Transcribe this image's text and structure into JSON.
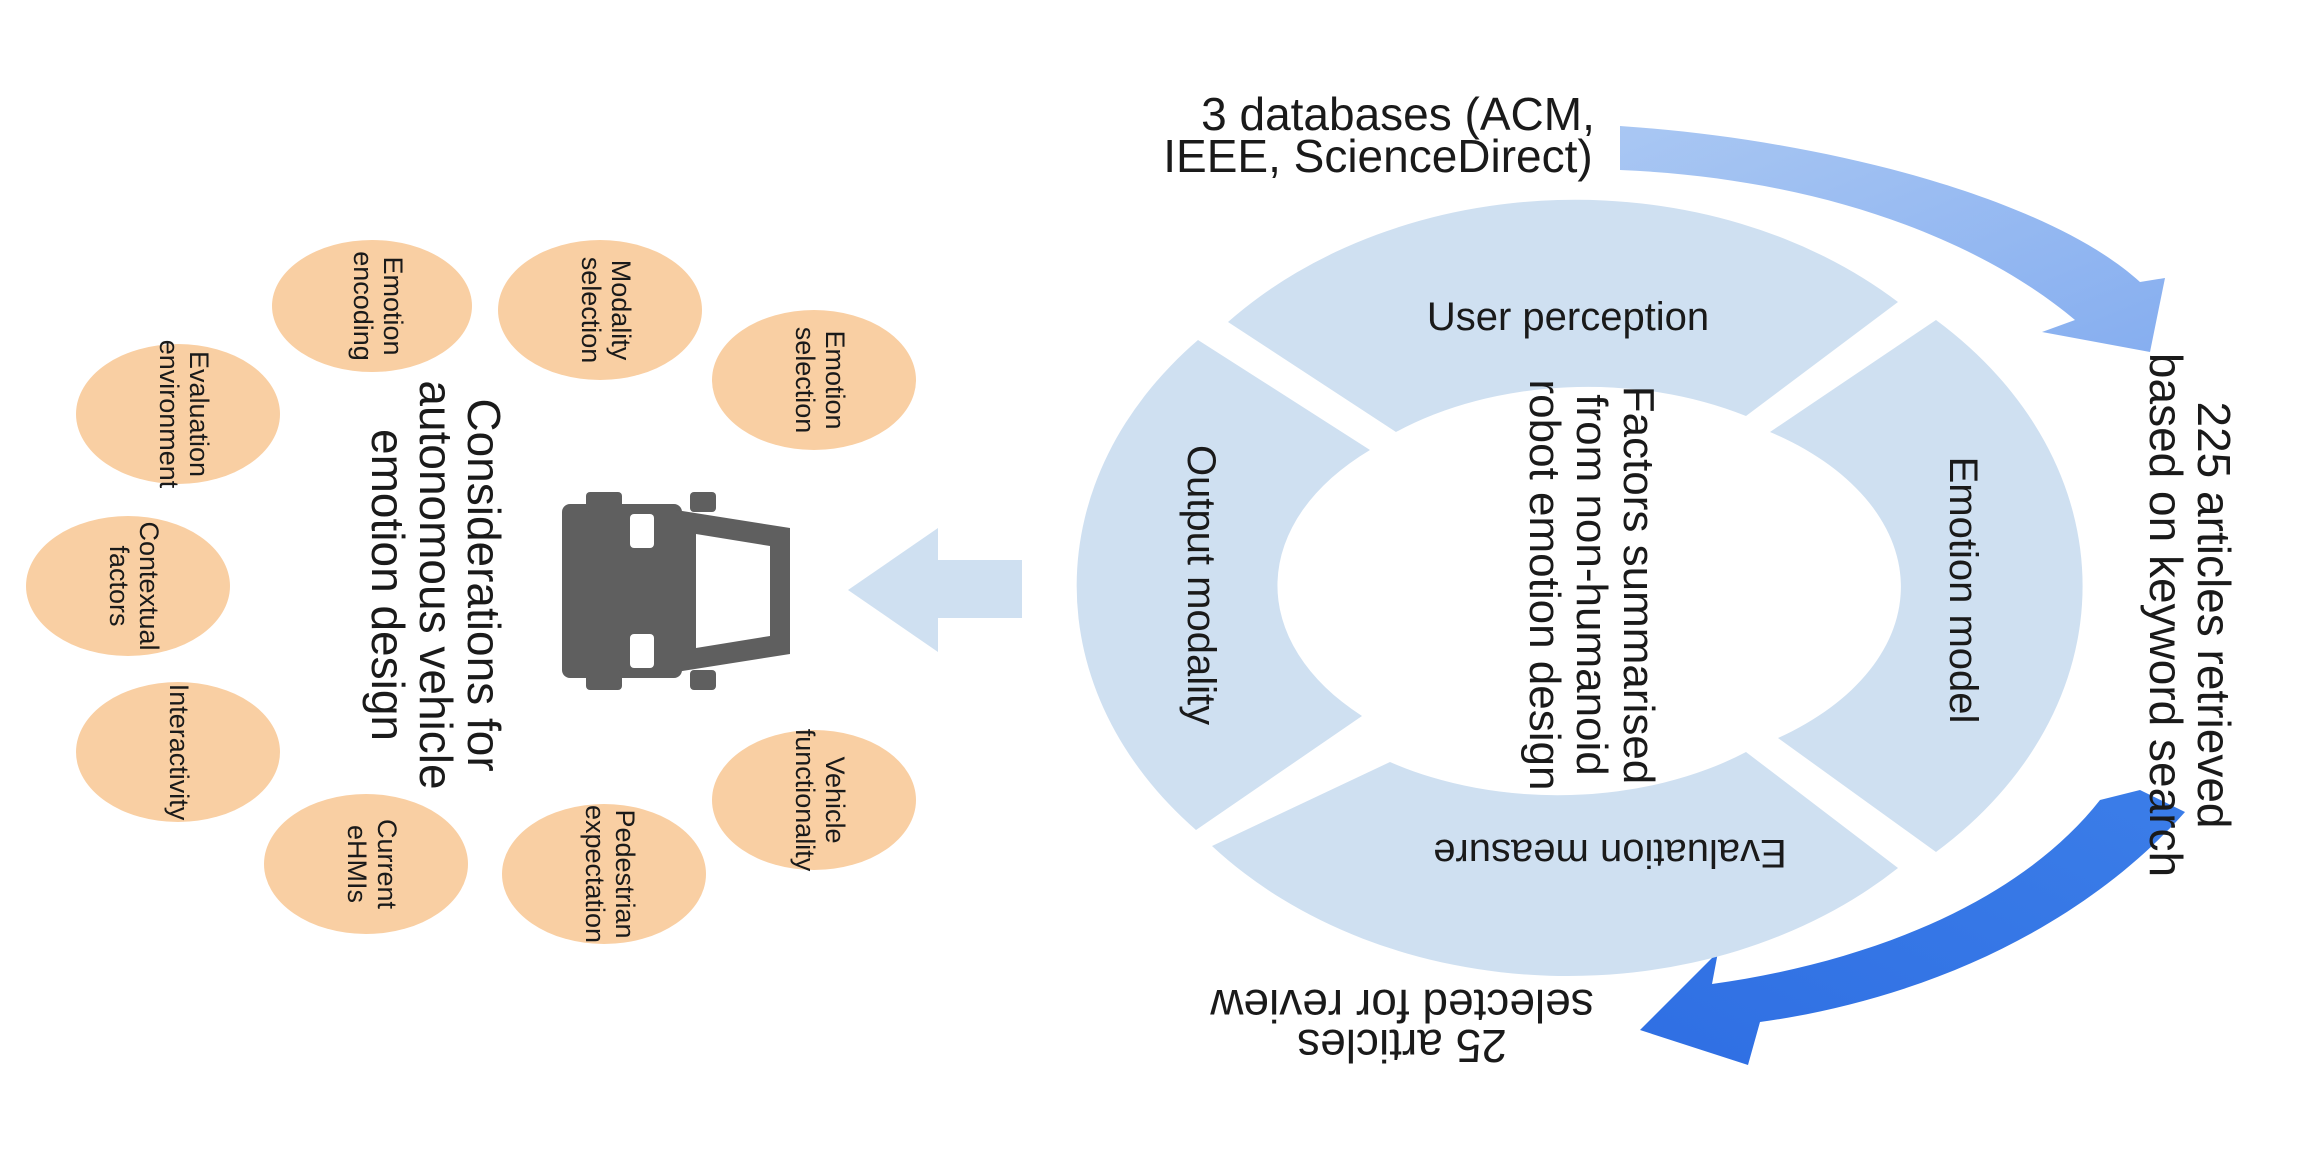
{
  "flow": {
    "source_line1": "3 databases (ACM,",
    "source_line2": "IEEE, ScienceDirect)",
    "retrieved_line1": "225 articles retrieved",
    "retrieved_line2": "based on keyword search",
    "selected_line1": "25 articles",
    "selected_line2": "selected for review"
  },
  "ring": {
    "center_line1": "Factors summarised",
    "center_line2": "from non-humanoid",
    "center_line3": "robot emotion design",
    "segments": {
      "top": "User perception",
      "right": "Emotion model",
      "bottom": "Evaluation measure",
      "left": "Output modality"
    }
  },
  "considerations": {
    "title_line1": "Considerations for",
    "title_line2": "autonomous vehicle",
    "title_line3": "emotion design",
    "vehicle_icon": "car-top-view-icon",
    "items": [
      {
        "line1": "Emotion",
        "line2": "encoding"
      },
      {
        "line1": "Modality",
        "line2": "selection"
      },
      {
        "line1": "Emotion",
        "line2": "selection"
      },
      {
        "line1": "Evaluation",
        "line2": "environment"
      },
      {
        "line1": "Contextual",
        "line2": "factors"
      },
      {
        "line1": "Interactivity",
        "line2": ""
      },
      {
        "line1": "Current",
        "line2": "eHMIs"
      },
      {
        "line1": "Pedestrian",
        "line2": "expectation"
      },
      {
        "line1": "Vehicle",
        "line2": "functionality"
      }
    ]
  },
  "colors": {
    "ring": "#cfe0f1",
    "bubble": "#f9cfa3",
    "arrow_light": "#a9c7f3",
    "arrow_dark": "#3b7de8",
    "left_arrow": "#cfe0f1",
    "car": "#5f5f5f"
  }
}
